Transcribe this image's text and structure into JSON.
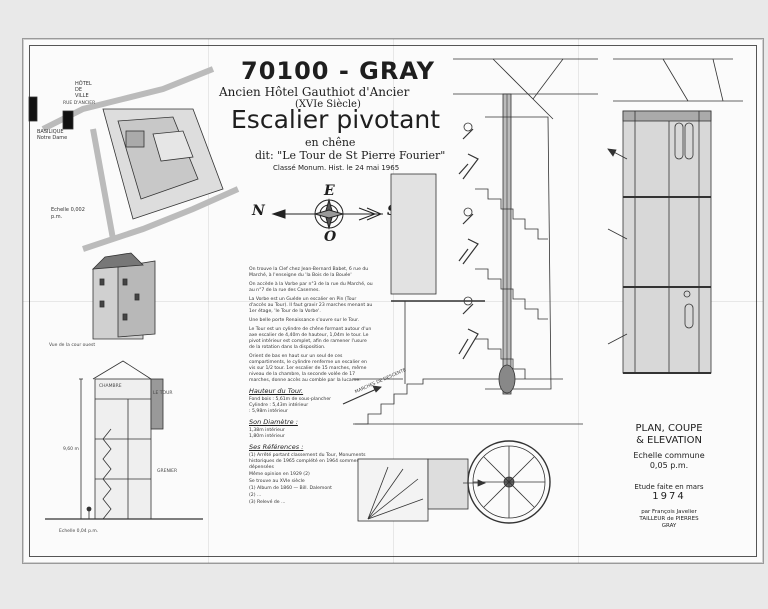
{
  "header": {
    "city": "70100 - GRAY",
    "hotel": "Ancien Hôtel Gauthiot d'Ancier",
    "century": "(XVIe Siècle)",
    "main": "Escalier pivotant",
    "material": "en chêne",
    "dit": "dit: \"Le Tour de St Pierre Fourier\"",
    "classe": "Classé Monum. Hist. le 24 mai 1965"
  },
  "compass": {
    "n": "N",
    "e": "E",
    "s": "S",
    "o": "O"
  },
  "map": {
    "hotel_label": "HÔTEL DE VILLE",
    "basilique_label": "BASILIQUE Notre Dame",
    "rue_label": "RUE D'ANCIER",
    "scale_label": "Echelle 0,002 p.m."
  },
  "notes": {
    "p1": "On trouve la Clef chez Jean-Bernard Babet, 6 rue du Marché, à l'enseigne du 'la Bois de la Bouée'",
    "p2": "On accède à la Vorbe par n°3 de la rue du Marché, ou au n°7 de la rue des Casernes.",
    "p3": "La Vorbe est un Guéde un escalier en Pin (Tour d'accès au Tour). Il faut gravir 23 marches menant au 1er étage, 'le Tour de la Vorbe'.",
    "p4": "Une belle porte Renaissance s'ouvre sur le Tour.",
    "p5": "Le Tour est un cylindre de chêne formant autour d'un axe escalier de 4,40m de hauteur, 1,04m le tour. Le pivot intérieur est complet, afin de ramener l'usure de la rotation dans la disposition.",
    "p6": "Orient de bas en haut sur un seul de ces compartiments, le cylindre renferme un escalier en vis sur 1/2 tour. 1er escalier de 15 marches, même niveau de la chambre, la seconde volée de 17 marches, donne accès au comble par la lucarne.",
    "h_hauteur": "Hauteur du Tour.",
    "hauteur_vals": [
      "Fond bois : 5,61m de sous-plancher",
      "Cylindre : 5,43m intérieur",
      "  : 5,98m intérieur"
    ],
    "h_diametre": "Son Diamètre :",
    "diametre_vals": [
      "1,38m intérieur",
      "1,80m intérieur"
    ],
    "h_references": "Ses Références :",
    "ref_vals": [
      "(1) Arrêté portant classement du Tour, Monuments historiques de 1965 complété en 1964 sommes dépensées",
      "Même opinion en 1929 (2)",
      "Se trouve au XVIe siècle",
      "(1) Album de 1860 — Bill. Dalemont",
      "(2) ...",
      "(3) Relevé de ..."
    ]
  },
  "labels": {
    "figure_label": "Vue de la cour ouest",
    "section_scale": "Echelle 0,04 p.m.",
    "chambres": "CHAMBRE",
    "grenier": "GRENIER",
    "tour": "LE TOUR",
    "marches_label": "MARCHES DE DESCENTE",
    "height_marker": "9,60 m"
  },
  "plan": {
    "title_lines": [
      "PLAN, COUPE",
      "& ELEVATION"
    ],
    "scale_lines": [
      "Echelle commune",
      "0,05 p.m."
    ],
    "date_lines": [
      "Etude faite en mars",
      "1974"
    ],
    "author_lines": [
      "par François Javelier",
      "TAILLEUR de PIERRES",
      "GRAY"
    ]
  }
}
